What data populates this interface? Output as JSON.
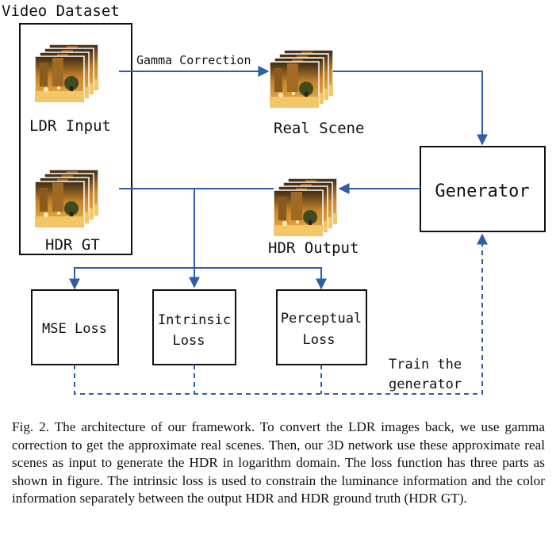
{
  "title": "Video Dataset",
  "labels": {
    "ldr_input": "LDR Input",
    "hdr_gt": "HDR GT",
    "gamma": "Gamma Correction",
    "real_scene": "Real Scene",
    "generator": "Generator",
    "hdr_output": "HDR Output",
    "mse_loss": "MSE Loss",
    "intrinsic_l1": "Intrinsic",
    "intrinsic_l2": "Loss",
    "perceptual_l1": "Perceptual",
    "perceptual_l2": "Loss",
    "train_l1": "Train the",
    "train_l2": "generator"
  },
  "caption": "Fig. 2.  The architecture of our framework. To convert the LDR images back, we use gamma correction to get the approximate real scenes. Then, our 3D network use these approximate real scenes as input to generate the HDR in logarithm domain. The loss function has three parts as shown in figure. The intrinsic loss is used to constrain the luminance information and the color information separately between the output HDR and HDR ground truth (HDR GT).",
  "colors": {
    "arrow": "#2b5fa8",
    "box": "#111111"
  }
}
